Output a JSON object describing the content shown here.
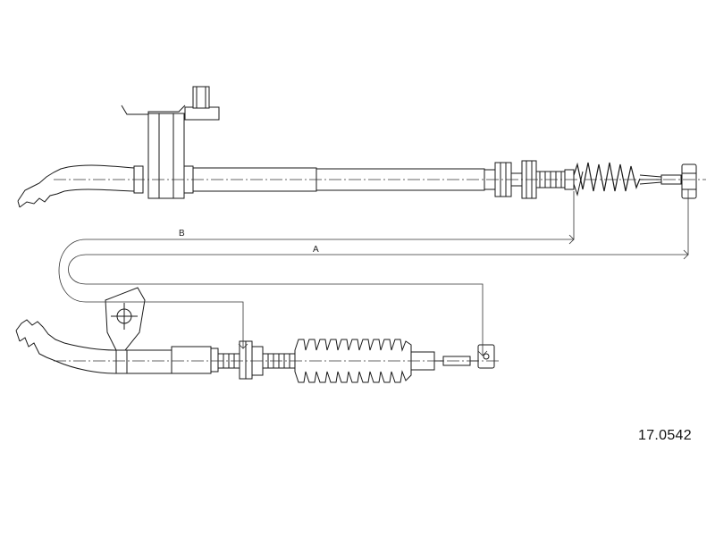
{
  "part_number": "17.0542",
  "dimensions": {
    "a_label": "A",
    "b_label": "B"
  }
}
